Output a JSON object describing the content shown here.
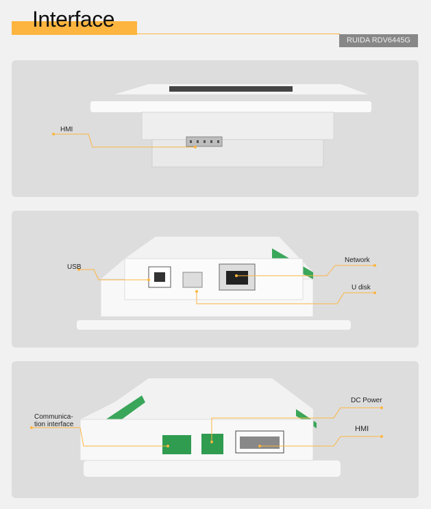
{
  "header": {
    "title": "Interface",
    "model_badge": "RUIDA RDV6445G"
  },
  "panels": [
    {
      "labels": {
        "hmi": "HMI"
      }
    },
    {
      "labels": {
        "usb": "USB",
        "network": "Network",
        "udisk": "U disk"
      }
    },
    {
      "labels": {
        "comm": "Communica-\ntion interface",
        "dc_power": "DC Power",
        "hmi": "HMI"
      }
    }
  ],
  "colors": {
    "accent": "#fdb53f",
    "badge": "#878787",
    "panel": "#dddddd"
  }
}
